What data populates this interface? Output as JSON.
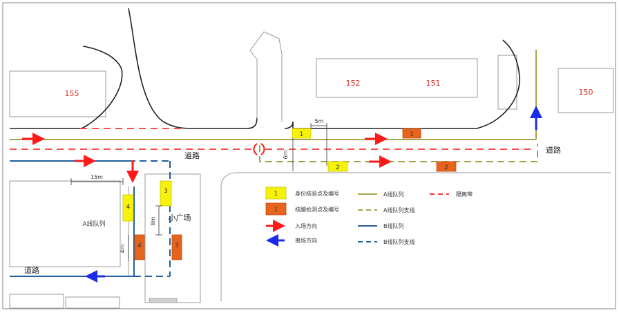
{
  "buildings": {
    "b155": "155",
    "b152": "152",
    "b151": "151",
    "b150": "150"
  },
  "labels": {
    "road_top_center": "道路",
    "road_top_right": "道路",
    "road_bottom_left": "道路",
    "small_square": "小广场",
    "a_queue": "A线队列"
  },
  "dimensions": {
    "d5m": "5m",
    "d6m": "6m",
    "d15m": "15m",
    "d8m": "8m",
    "d4m": "4m"
  },
  "markers": {
    "m1": "1",
    "m2": "2",
    "m3": "3",
    "m4": "4"
  },
  "legend": {
    "id_check": "身份核验点及编号",
    "nucleic_test": "核酸检测点及编号",
    "entry_direction": "入场方向",
    "exit_direction": "离场方向",
    "a_line": "A线队列",
    "a_branch": "A线队列支线",
    "b_line": "B线队列",
    "b_branch": "B线队列支线",
    "isolation_belt": "隔离带"
  },
  "colors": {
    "id_check_yellow": "#f7f20a",
    "nucleic_orange": "#e8641c",
    "entry_red": "#ff1a1a",
    "exit_blue": "#1a2be8",
    "a_line_olive": "#a6a448",
    "b_line_blue": "#1f5f9a",
    "building_text_red": "#e8281e"
  },
  "icons": {
    "entry_arrow": "right-arrow-icon",
    "exit_arrow": "left-arrow-icon"
  }
}
